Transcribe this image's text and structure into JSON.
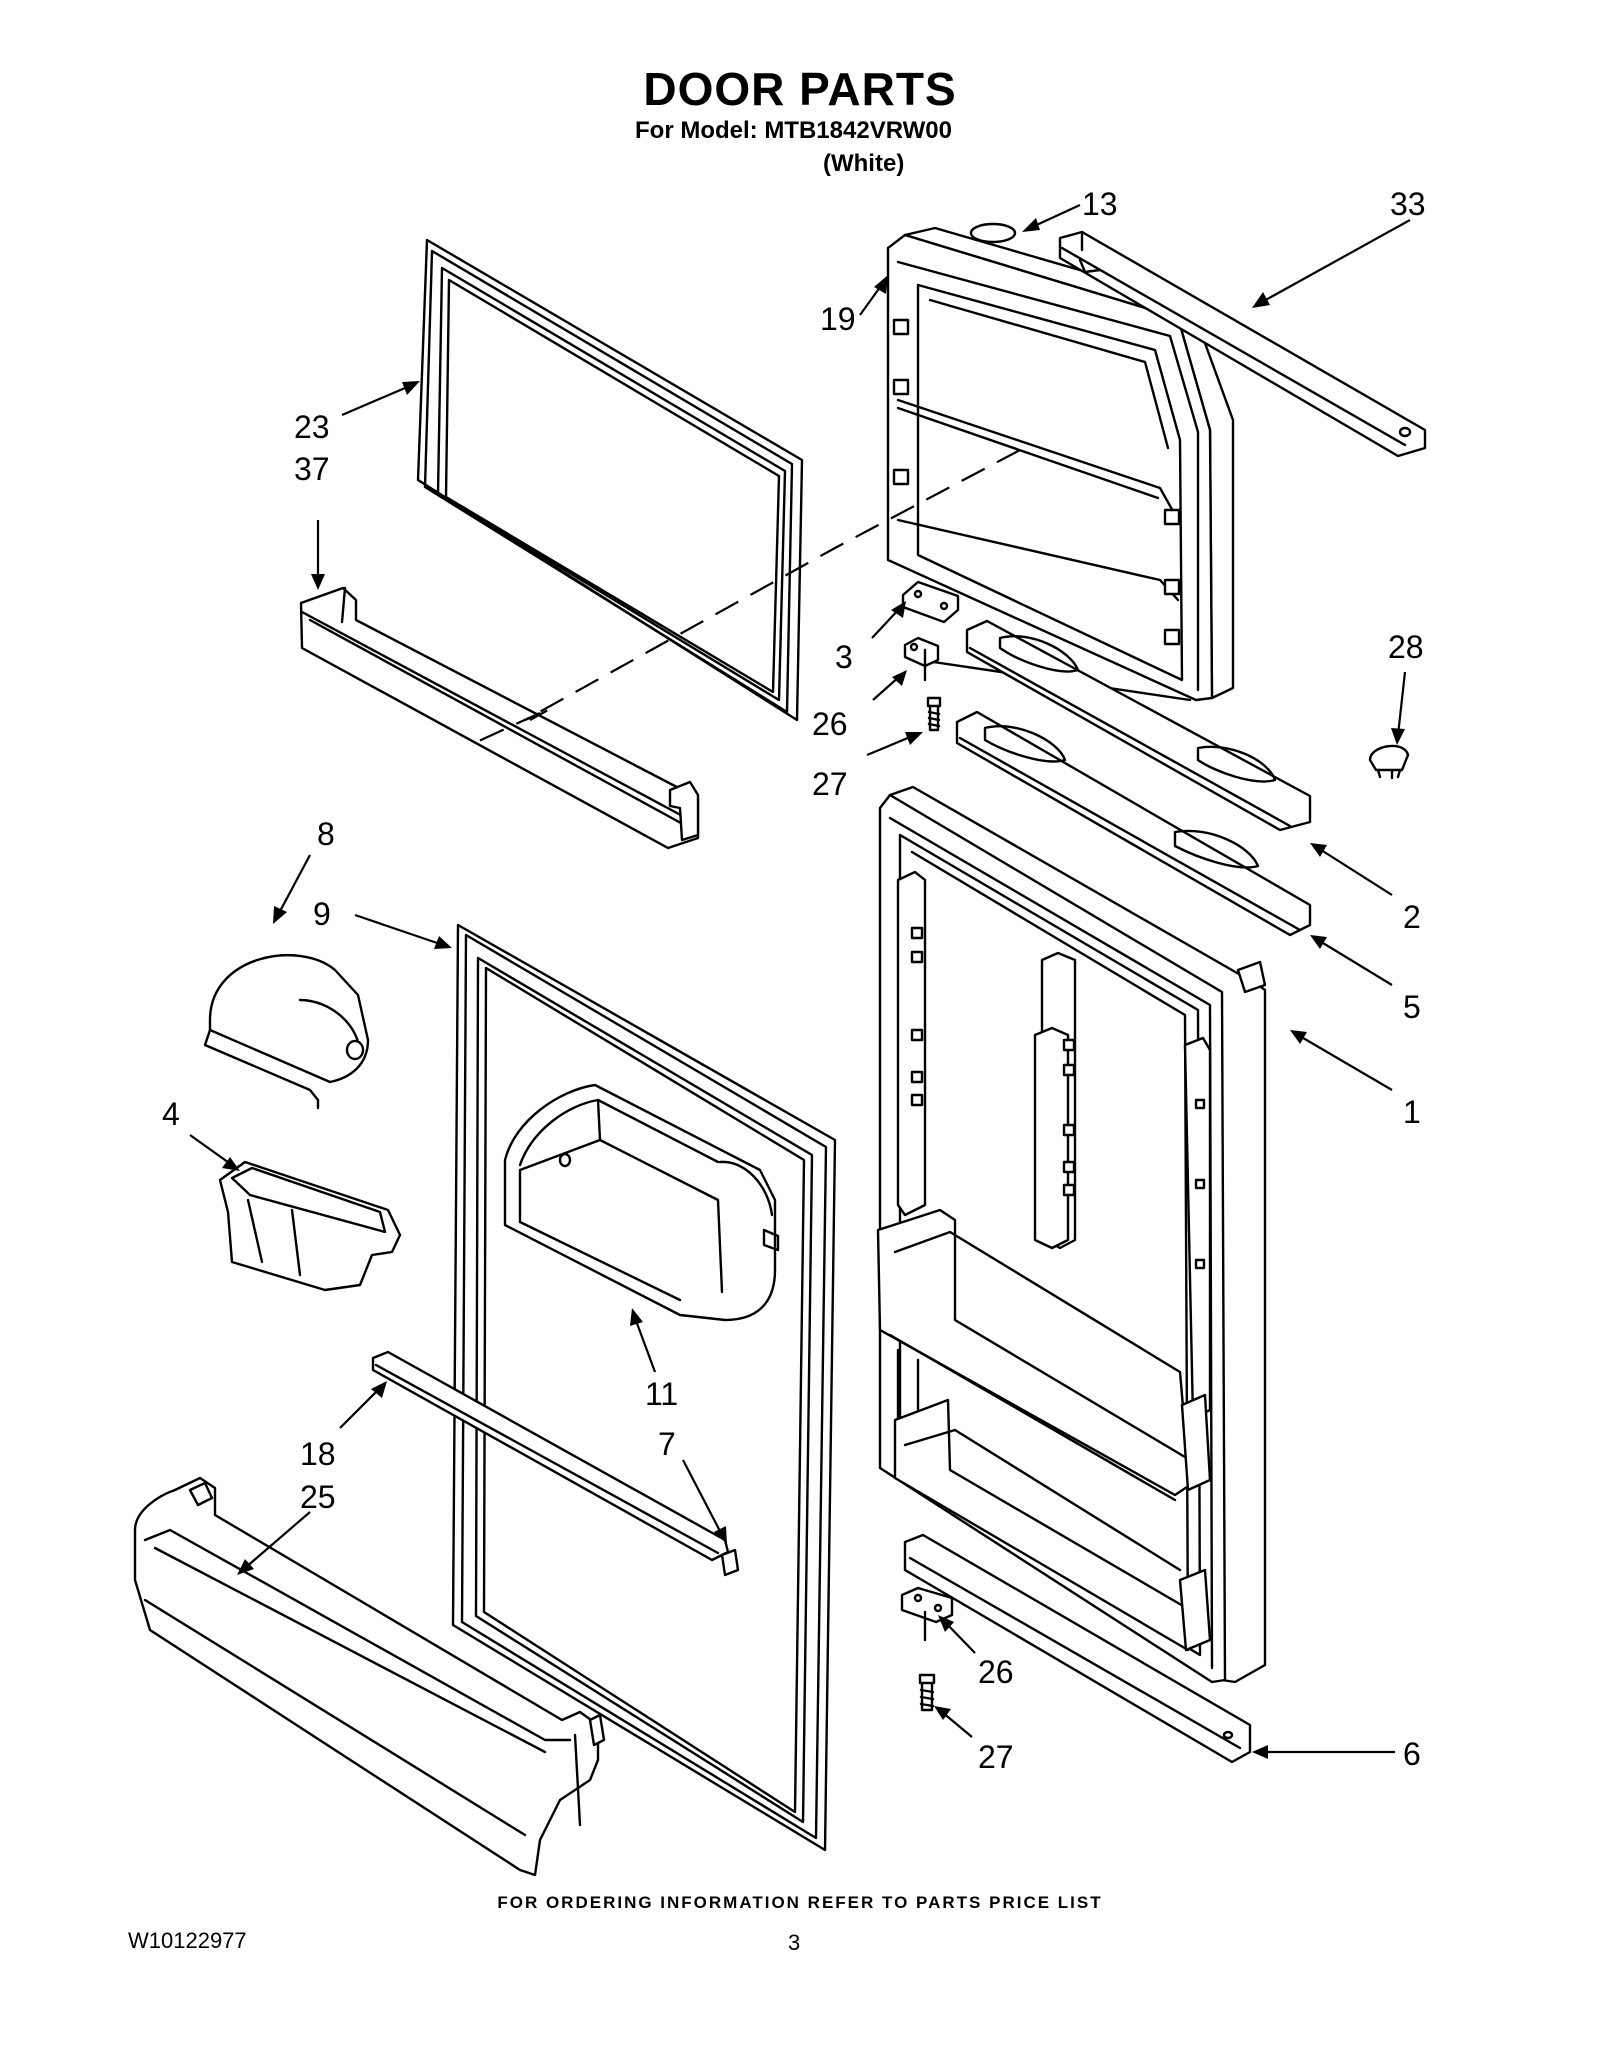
{
  "header": {
    "title": "DOOR PARTS",
    "model_line": "For Model: MTB1842VRW00",
    "color_line": "(White)"
  },
  "callouts": {
    "c13": "13",
    "c33": "33",
    "c19": "19",
    "c23": "23",
    "c37": "37",
    "c3": "3",
    "c26a": "26",
    "c27a": "27",
    "c28": "28",
    "c8": "8",
    "c9": "9",
    "c2": "2",
    "c5": "5",
    "c4": "4",
    "c1": "1",
    "c11": "11",
    "c7": "7",
    "c18": "18",
    "c25": "25",
    "c26b": "26",
    "c27b": "27",
    "c6": "6"
  },
  "footer": {
    "note": "FOR ORDERING INFORMATION REFER TO PARTS PRICE LIST",
    "doc_number": "W10122977",
    "page_number": "3"
  }
}
